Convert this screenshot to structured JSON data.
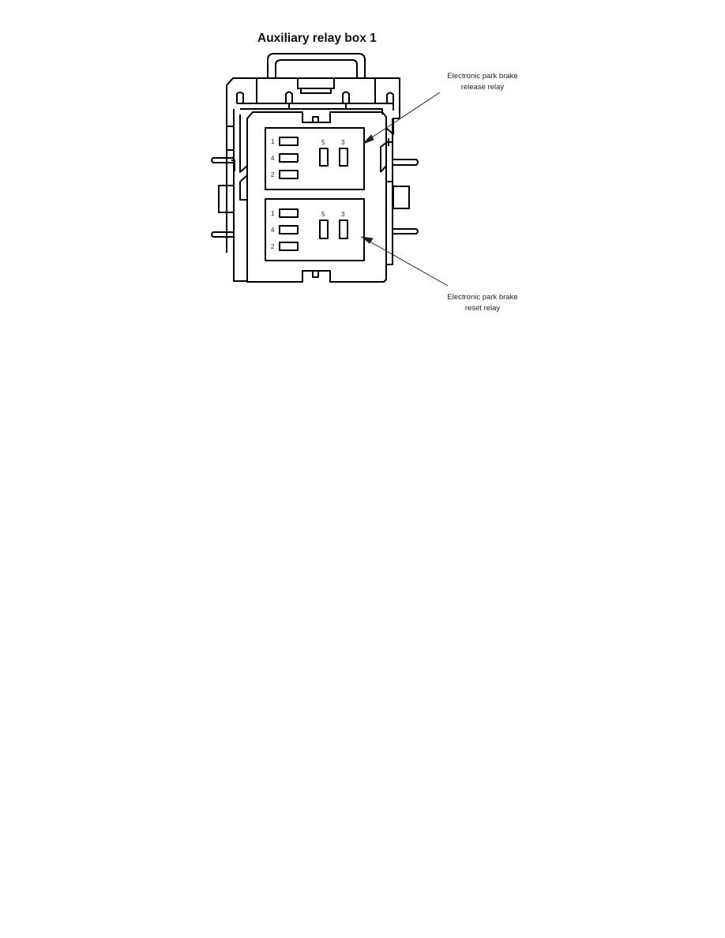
{
  "diagram": {
    "title": "Auxiliary relay box 1",
    "callouts": {
      "upper": {
        "line1": "Electronic park brake",
        "line2": "release relay"
      },
      "lower": {
        "line1": "Electronic park brake",
        "line2": "reset relay"
      }
    },
    "relays": [
      {
        "name": "Electronic park brake release relay",
        "pins": {
          "left": [
            "1",
            "4",
            "2"
          ],
          "right": [
            "5",
            "3"
          ]
        }
      },
      {
        "name": "Electronic park brake reset relay",
        "pins": {
          "left": [
            "1",
            "4",
            "2"
          ],
          "right": [
            "5",
            "3"
          ]
        }
      }
    ],
    "colors": {
      "line": "#000000",
      "background": "#ffffff",
      "text": "#222222"
    }
  }
}
